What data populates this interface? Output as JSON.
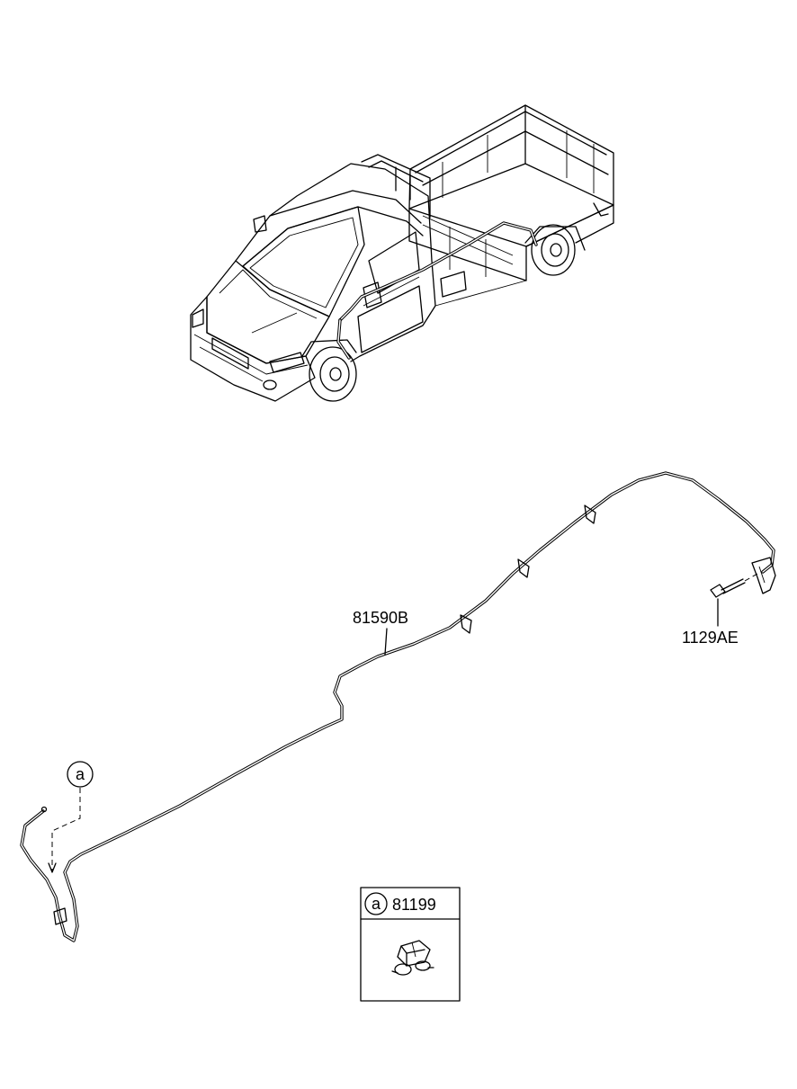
{
  "diagram": {
    "callouts": {
      "hose_part": "81590B",
      "bolt_part": "1129AE",
      "ref_letter": "a"
    },
    "detail_box": {
      "ref_letter": "a",
      "part_number": "81199"
    }
  }
}
